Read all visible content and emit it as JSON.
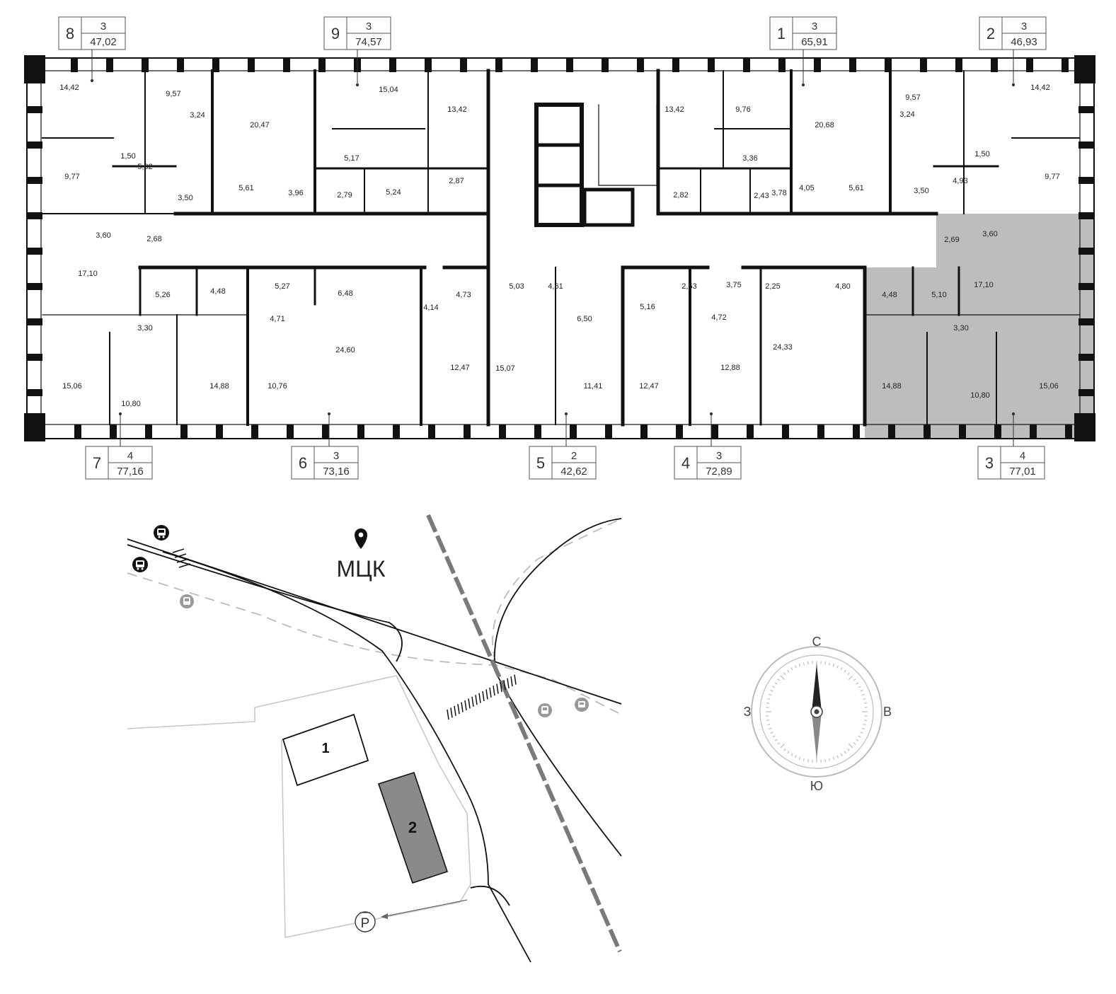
{
  "colors": {
    "wall": "#111111",
    "highlight": "#bdbdbd",
    "highlight_dark": "#5a5a5a",
    "road": "#111111",
    "pedestrian": "#bbbbbb",
    "rail": "#7a7a7a",
    "building2": "#8a8a8a"
  },
  "units": [
    {
      "id": "unit-8",
      "num": "8",
      "rooms": "3",
      "area": "47,02",
      "pos": "top"
    },
    {
      "id": "unit-9",
      "num": "9",
      "rooms": "3",
      "area": "74,57",
      "pos": "top"
    },
    {
      "id": "unit-1",
      "num": "1",
      "rooms": "3",
      "area": "65,91",
      "pos": "top"
    },
    {
      "id": "unit-2",
      "num": "2",
      "rooms": "3",
      "area": "46,93",
      "pos": "top"
    },
    {
      "id": "unit-7",
      "num": "7",
      "rooms": "4",
      "area": "77,16",
      "pos": "bottom"
    },
    {
      "id": "unit-6",
      "num": "6",
      "rooms": "3",
      "area": "73,16",
      "pos": "bottom"
    },
    {
      "id": "unit-5",
      "num": "5",
      "rooms": "2",
      "area": "42,62",
      "pos": "bottom"
    },
    {
      "id": "unit-4",
      "num": "4",
      "rooms": "3",
      "area": "72,89",
      "pos": "bottom"
    },
    {
      "id": "unit-3",
      "num": "3",
      "rooms": "4",
      "area": "77,01",
      "pos": "bottom"
    }
  ],
  "room_areas": [
    "14,42",
    "9,57",
    "3,24",
    "20,47",
    "15,04",
    "13,42",
    "13,42",
    "9,76",
    "20,68",
    "9,57",
    "3,24",
    "14,42",
    "1,50",
    "9,77",
    "5,02",
    "3,50",
    "5,61",
    "3,96",
    "5,17",
    "2,79",
    "5,24",
    "2,87",
    "2,82",
    "3,36",
    "3,78",
    "2,43",
    "4,05",
    "5,61",
    "3,50",
    "1,50",
    "4,93",
    "9,77",
    "3,60",
    "2,68",
    "2,69",
    "3,60",
    "17,10",
    "5,26",
    "4,48",
    "5,27",
    "6,48",
    "4,73",
    "5,03",
    "4,61",
    "2,53",
    "3,75",
    "2,25",
    "4,80",
    "4,48",
    "5,10",
    "17,10",
    "4,71",
    "4,14",
    "6,50",
    "5,16",
    "4,72",
    "3,30",
    "24,60",
    "24,33",
    "3,30",
    "15,06",
    "10,80",
    "14,88",
    "10,76",
    "12,47",
    "15,07",
    "11,41",
    "12,47",
    "12,88",
    "14,88",
    "10,80",
    "15,06"
  ],
  "map": {
    "station_label": "МЦК",
    "building1_label": "1",
    "building2_label": "2",
    "parking_label": "P",
    "bus_icon": "bus-icon",
    "tram_icon": "tram-icon",
    "pin_icon": "location-pin-icon",
    "parking_icon": "parking-icon"
  },
  "compass": {
    "north": "С",
    "south": "Ю",
    "west": "З",
    "east": "В",
    "icon": "compass-icon"
  }
}
